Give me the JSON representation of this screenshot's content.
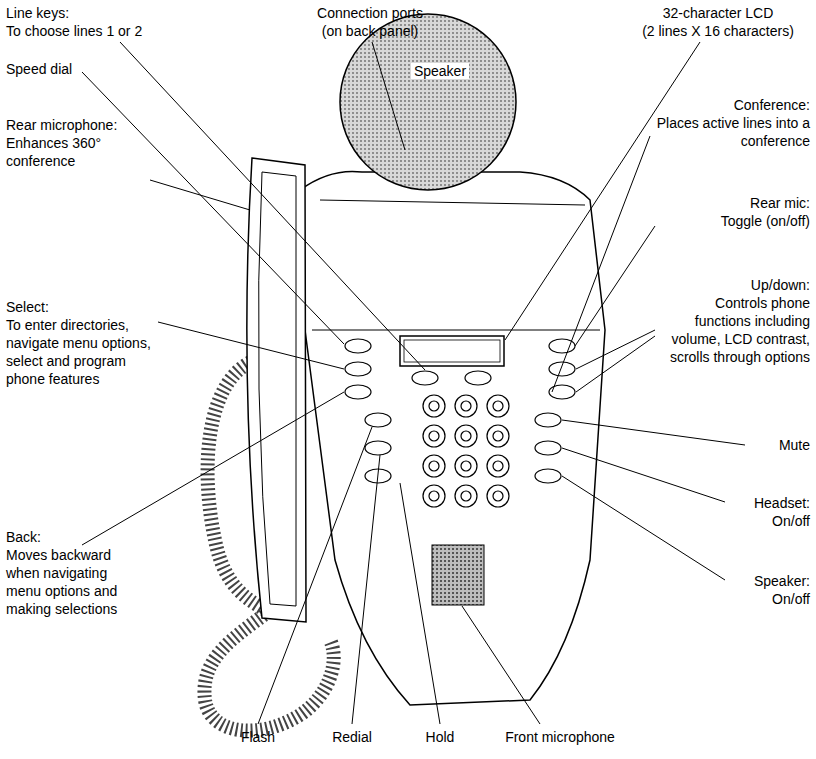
{
  "diagram": {
    "labels": [
      "Line keys:",
      "To choose lines 1 or 2",
      "Connection ports",
      "(on back panel)",
      "32-character LCD",
      "(2 lines X 16 characters)",
      "Speed dial",
      "Speaker",
      "Conference:",
      "Places active lines into a conference",
      "Rear microphone:",
      "Enhances 360° conference",
      "Rear mic:",
      "Toggle (on/off)",
      "Up/down:",
      "Controls phone functions including volume, LCD contrast, scrolls through options",
      "Select:",
      "To enter directories, navigate menu options, select and program phone features",
      "Mute",
      "Headset:",
      "On/off",
      "Back:",
      "Moves backward when navigating menu options and making selections",
      "Speaker:",
      "On/off",
      "Flash",
      "Redial",
      "Hold",
      "Front microphone"
    ]
  }
}
